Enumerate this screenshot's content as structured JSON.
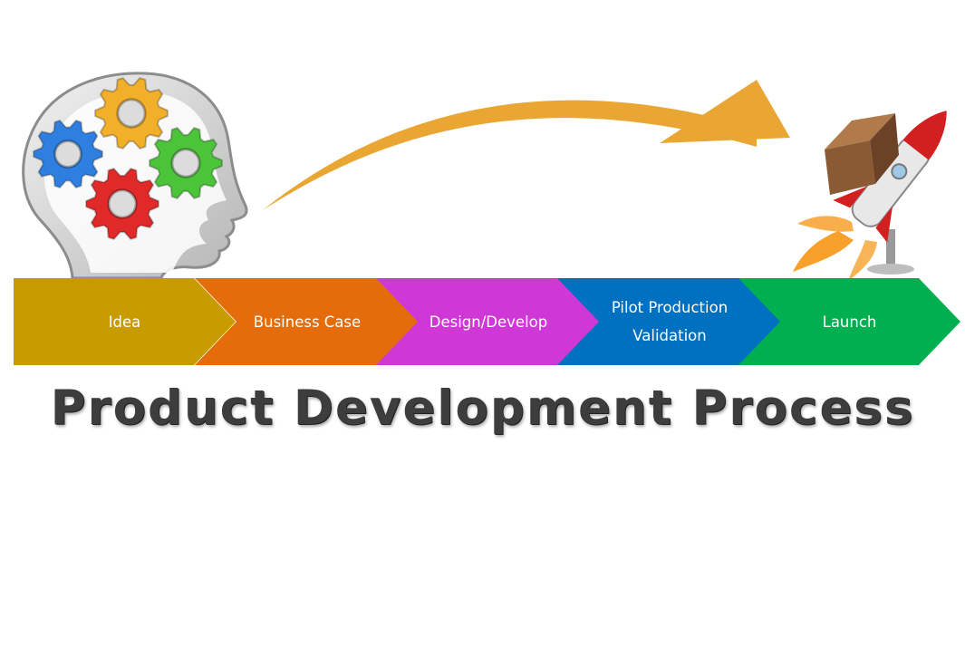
{
  "title": "Product Development Process",
  "steps": [
    {
      "label": "Idea",
      "color": "#c89c00"
    },
    {
      "label": "Business Case",
      "color": "#e46c0a"
    },
    {
      "label": "Design/Develop",
      "color": "#cf37d6"
    },
    {
      "label": "Pilot Production\nValidation",
      "color": "#0070c0"
    },
    {
      "label": "Launch",
      "color": "#00b050"
    }
  ],
  "colors": {
    "arrow": "#eaa633",
    "head": "#c9c9c9",
    "gear_blue": "#2f7fe0",
    "gear_yellow": "#f2b02a",
    "gear_green": "#4cc43a",
    "gear_red": "#e02a2a",
    "rocket_body": "#e8e8e8",
    "rocket_nose": "#d21f1f",
    "flame": "#f7a12b",
    "box": "#8a5a35",
    "title_text": "#3d3d3d"
  },
  "icons": [
    "head-with-gears-icon",
    "curved-arrow-icon",
    "rocket-launch-icon"
  ]
}
